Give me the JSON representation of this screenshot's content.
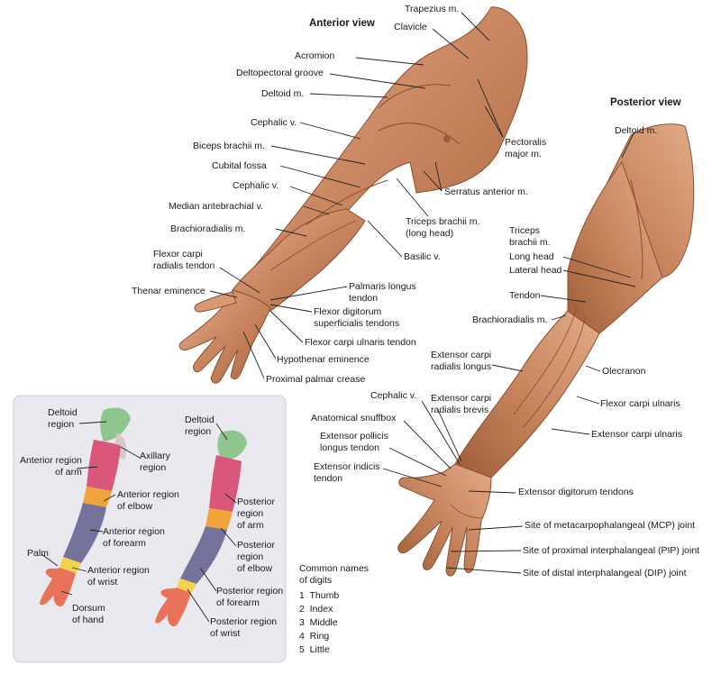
{
  "views": {
    "anterior_title": "Anterior view",
    "posterior_title": "Posterior view"
  },
  "anterior": {
    "trapezius": "Trapezius m.",
    "clavicle": "Clavicle",
    "acromion": "Acromion",
    "deltopectoral": "Deltopectoral groove",
    "deltoid": "Deltoid m.",
    "cephalic_upper": "Cephalic v.",
    "biceps": "Biceps brachii m.",
    "cubital": "Cubital fossa",
    "cephalic_lower": "Cephalic v.",
    "median_antebrachial": "Median antebrachial v.",
    "brachioradialis": "Brachioradialis m.",
    "pectoralis": "Pectoralis\nmajor m.",
    "serratus": "Serratus anterior m.",
    "triceps_long": "Triceps brachii m.\n(long head)",
    "basilic": "Basilic v.",
    "fcr_tendon": "Flexor carpi\nradialis tendon",
    "palmaris": "Palmaris longus\ntendon",
    "thenar": "Thenar eminence",
    "fds": "Flexor digitorum\nsuperficialis tendons",
    "fcu_tendon": "Flexor carpi ulnaris tendon",
    "hypothenar": "Hypothenar eminence",
    "palmar_crease": "Proximal palmar crease"
  },
  "posterior": {
    "deltoid": "Deltoid m.",
    "triceps": "Triceps\nbrachii m.",
    "long_head": "Long head",
    "lateral_head": "Lateral head",
    "tendon": "Tendon",
    "brachioradialis": "Brachioradialis m.",
    "ecrl": "Extensor carpi\nradialis longus",
    "olecranon": "Olecranon",
    "cephalic": "Cephalic v.",
    "ecrb": "Extensor carpi\nradialis brevis",
    "snuffbox": "Anatomical snuffbox",
    "fcu": "Flexor carpi ulnaris",
    "epl": "Extensor pollicis\nlongus tendon",
    "eci": "Extensor carpi ulnaris",
    "eind": "Extensor indicis\ntendon",
    "edt": "Extensor digitorum tendons",
    "mcp": "Site of metacarpophalangeal (MCP) joint",
    "pip": "Site of proximal interphalangeal (PIP) joint",
    "dip": "Site of distal interphalangeal (DIP) joint"
  },
  "digits": {
    "heading": "Common names\nof digits",
    "items": [
      "1  Thumb",
      "2  Index",
      "3  Middle",
      "4  Ring",
      "5  Little"
    ]
  },
  "inset": {
    "left": {
      "deltoid": "Deltoid\nregion",
      "axillary": "Axillary\nregion",
      "ant_arm": "Anterior region\nof arm",
      "ant_elbow": "Anterior region\nof elbow",
      "ant_forearm": "Anterior region\nof forearm",
      "palm": "Palm",
      "ant_wrist": "Anterior region\nof wrist",
      "dorsum": "Dorsum\nof hand"
    },
    "right": {
      "deltoid": "Deltoid\nregion",
      "post_arm": "Posterior\nregion\nof arm",
      "post_elbow": "Posterior\nregion\nof elbow",
      "post_forearm": "Posterior region\nof forearm",
      "post_wrist": "Posterior region\nof wrist"
    },
    "region_colors": {
      "deltoid": "#8fc68f",
      "arm": "#d9577a",
      "elbow": "#f0a43a",
      "forearm": "#75729b",
      "wrist": "#f2d34a",
      "hand": "#e8735a"
    }
  },
  "colors": {
    "muscle": "#c98660",
    "muscle_dark": "#9b5a3a",
    "muscle_light": "#e2ab88",
    "inset_bg": "#e9e9ef"
  }
}
